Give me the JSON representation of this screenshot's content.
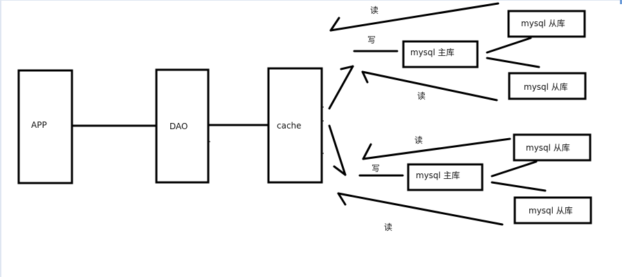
{
  "diagram": {
    "nodes": {
      "app": "APP",
      "dao": "DAO",
      "cache": "cache",
      "group1": {
        "master": "mysql   主库",
        "slave_a": "mysql  从库",
        "slave_b": "mysql  从库"
      },
      "group2": {
        "master": "mysql   主库",
        "slave_a": "mysql  从库",
        "slave_b": "mysql  从库"
      }
    },
    "edge_labels": {
      "group1_read_top": "读",
      "group1_write": "写",
      "group1_read_bottom": "读",
      "group2_read_top": "读",
      "group2_write": "写",
      "group2_read_bottom": "读"
    },
    "colors": {
      "stroke": "#000000",
      "background": "#ffffff",
      "window_edge": "#dfe6f1"
    }
  }
}
